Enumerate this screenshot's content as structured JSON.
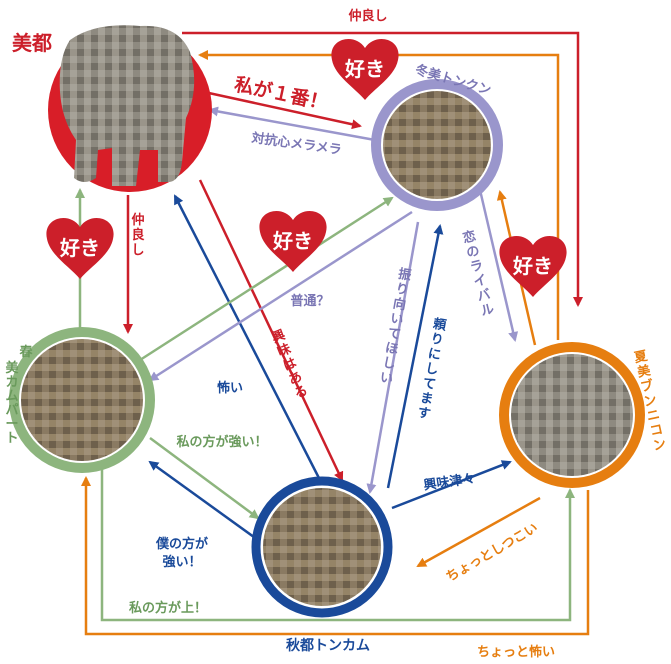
{
  "colors": {
    "red": "#cc1f2a",
    "lilac": "#9a96cc",
    "green": "#8db57e",
    "blue": "#1a4a9a",
    "orange": "#e67e10",
    "heart": "#cc1f2a"
  },
  "nodes": {
    "misato": "美都",
    "touminton": "冬美トンクン",
    "harukam": "春美カムパート",
    "natsumi": "夏美ブンニコン",
    "akitonkam": "秋都トンカム"
  },
  "hearts": [
    "好き",
    "好き",
    "好き",
    "好き"
  ],
  "labels": {
    "nakayoshi_top": "仲良し",
    "watashi_ichiban": "私が１番！",
    "taikoushin": "対抗心メラメラ",
    "nakayoshi_left": "仲良し",
    "futsuu": "普通？",
    "kyoumi_aru": "興味はある",
    "kowai": "怖い",
    "furimuite": "振り向いてほしい",
    "tayori": "頼りにしてます",
    "koi_rival": "恋のライバル",
    "watashi_tsuyoi": "私の方が強い！",
    "boku_tsuyoi": "僕の方が強い！",
    "kyoumi_shinshin": "興味津々",
    "chotto_shitsukoi": "ちょっとしつこい",
    "watashi_ue": "私の方が上！",
    "chotto_kowai": "ちょっと怖い"
  }
}
